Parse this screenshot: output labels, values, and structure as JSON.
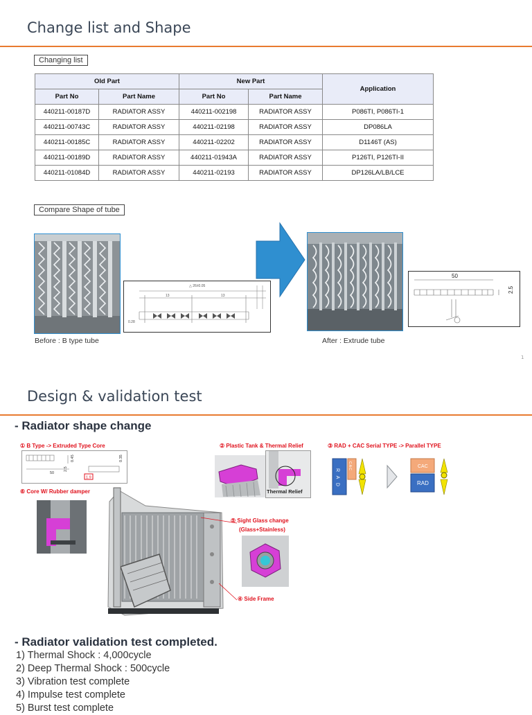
{
  "slide1": {
    "title": "Change list and Shape",
    "changing_list_label": "Changing list",
    "table": {
      "group_headers": [
        "Old Part",
        "New Part",
        "Application"
      ],
      "sub_headers": [
        "Part No",
        "Part Name",
        "Part No",
        "Part Name"
      ],
      "rows": [
        [
          "440211-00187D",
          "RADIATOR ASSY",
          "440211-002198",
          "RADIATOR ASSY",
          "P086TI, P086TI-1"
        ],
        [
          "440211-00743C",
          "RADIATOR ASSY",
          "440211-02198",
          "RADIATOR ASSY",
          "DP086LA"
        ],
        [
          "440211-00185C",
          "RADIATOR ASSY",
          "440211-02202",
          "RADIATOR ASSY",
          "D1146T (AS)"
        ],
        [
          "440211-00189D",
          "RADIATOR ASSY",
          "440211-01943A",
          "RADIATOR ASSY",
          "P126TI,  P126TI-II"
        ],
        [
          "440211-01084D",
          "RADIATOR ASSY",
          "440211-02193",
          "RADIATOR ASSY",
          "DP126LA/LB/LCE"
        ]
      ]
    },
    "compare_label": "Compare Shape of tube",
    "before_caption": "Before : B type tube",
    "after_caption": "After : Extrude tube",
    "drawing_dims": {
      "width": "50",
      "height": "2.5"
    },
    "page_number": "1"
  },
  "slide2": {
    "title": "Design & validation test",
    "subtitle": "- Radiator shape change",
    "callouts": {
      "c1": "① B Type -> Extruded Type Core",
      "c2": "② Plastic Tank & Thermal Relief",
      "c3": "③ RAD + CAC Serial TYPE -> Parallel TYPE",
      "c4": "④ Side Frame",
      "c5a": "⑤ Sight Glass change",
      "c5b": "(Glass+Stainless)",
      "c6": "⑥ Core W/ Rubber damper"
    },
    "thermal_relief_label": "Thermal Relief",
    "diagram": {
      "rad_serial": "R A D",
      "cac_serial": "C A C",
      "cac_parallel": "CAC",
      "rad_parallel": "RAD"
    },
    "core_dims": [
      "50",
      "2.5",
      "1.9",
      "0.45",
      "0.35"
    ],
    "validation_heading": "-   Radiator validation test completed.",
    "tests": [
      "1) Thermal Shock : 4,000cycle",
      "2) Deep Thermal Shock : 500cycle",
      "3) Vibration test complete",
      "4) Impulse test complete",
      "5) Burst test complete"
    ]
  },
  "colors": {
    "accent_rule": "#e87a2f",
    "title_text": "#3a4656",
    "callout_red": "#e0121d",
    "arrow_blue": "#2f8fd0",
    "rad_blue": "#3a6fc2",
    "cac_orange": "#f4a97a",
    "fan_yellow": "#f2e300",
    "highlight_magenta": "#d63fd6"
  }
}
